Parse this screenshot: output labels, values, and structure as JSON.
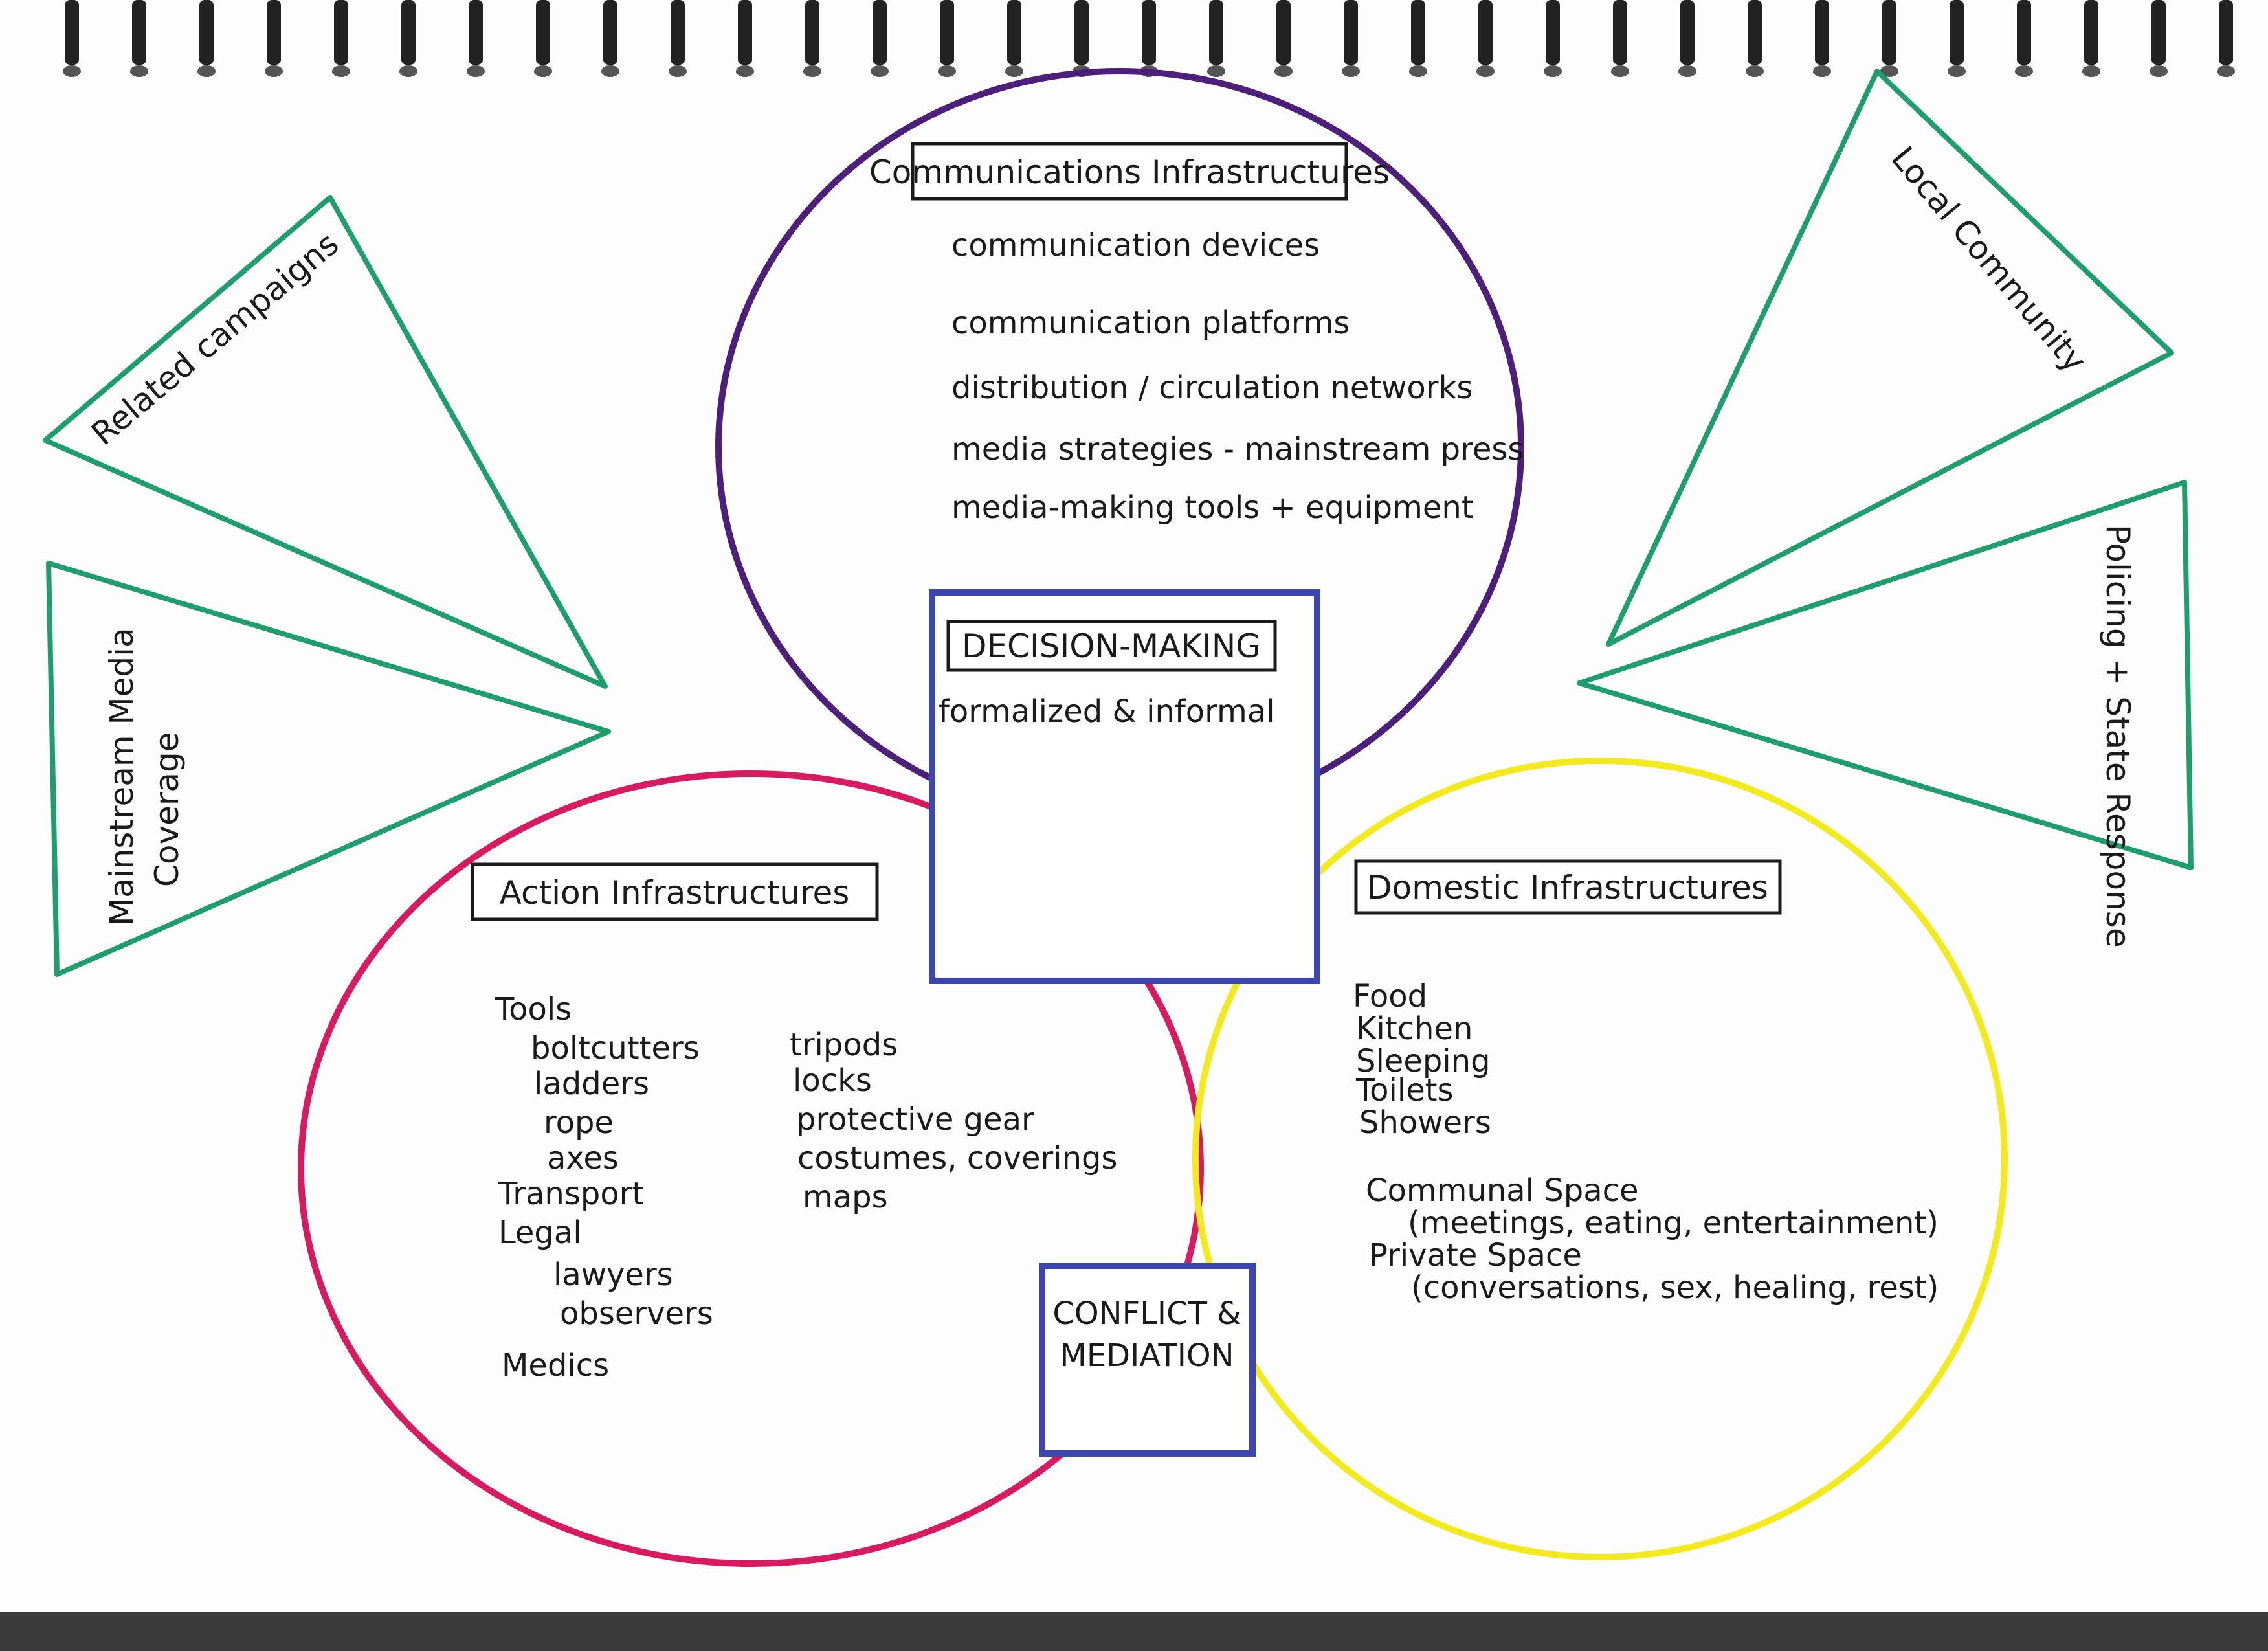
{
  "colors": {
    "communications": "#4b1f7a",
    "action": "#d81b60",
    "domestic": "#f2ea1c",
    "decision": "#3d46b0",
    "triangles": "#1e9e6e",
    "ink": "#1a1a1a",
    "binding": "#222222"
  },
  "communications": {
    "title": "Communications Infrastructures",
    "items": [
      "communication devices",
      "communication platforms",
      "distribution / circulation networks",
      "media strategies - mainstream press",
      "media-making tools + equipment"
    ]
  },
  "decision": {
    "title": "DECISION-MAKING",
    "subtitle": "formalized & informal"
  },
  "action": {
    "title": "Action Infrastructures",
    "col1": [
      "Tools",
      "boltcutters",
      "ladders",
      "rope",
      "axes",
      "Transport",
      "Legal",
      "lawyers",
      "observers",
      "Medics"
    ],
    "col2": [
      "tripods",
      "locks",
      "protective gear",
      "costumes, coverings",
      "maps"
    ]
  },
  "domestic": {
    "title": "Domestic Infrastructures",
    "items": [
      "Food",
      "Kitchen",
      "Sleeping",
      "Toilets",
      "Showers",
      "Communal Space",
      "(meetings, eating, entertainment)",
      "Private Space",
      "(conversations, sex, healing, rest)"
    ]
  },
  "conflict": {
    "line1": "CONFLICT &",
    "line2": "MEDIATION"
  },
  "triangles": {
    "related": "Related campaigns",
    "mainstream_line1": "Mainstream Media",
    "mainstream_line2": "Coverage",
    "local": "Local Community",
    "policing": "Policing + State Response"
  }
}
